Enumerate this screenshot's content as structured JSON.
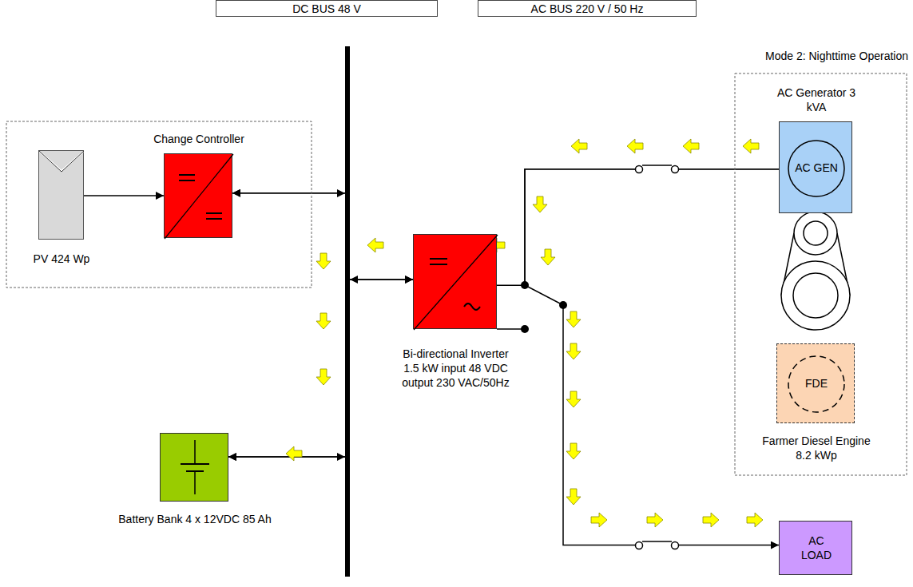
{
  "diagram": {
    "nodes": [
      {
        "text": [
          "DC BUS 48 V"
        ]
      },
      {
        "text": [
          "AC BUS 220 V / 50 Hz"
        ]
      },
      {
        "text": [
          "PV 424 Wp"
        ]
      },
      {
        "text": [
          "Change Controller"
        ]
      },
      {
        "text": [
          "Battery Bank 4 x 12VDC 85 Ah"
        ]
      },
      {
        "text": [
          "Bi-directional Inverter 1.5 kW input 48 VDC output 230 VAC/50Hz"
        ]
      },
      {
        "text": [
          "AC Generator 3 kVA",
          "AC GEN"
        ]
      },
      {
        "text": [
          "FDE",
          "Farmer Diesel Engine 8.2 kWp"
        ]
      },
      {
        "text": [
          "AC LOAD"
        ]
      }
    ],
    "edges": [
      {
        "from": 2,
        "to": 3,
        "arrow": "to"
      },
      {
        "from": 3,
        "to": 4,
        "arrow": "both"
      },
      {
        "from": 3,
        "to": 5,
        "arrow": "both"
      },
      {
        "from": 4,
        "to": 5,
        "arrow": "both"
      },
      {
        "from": 6,
        "to": 5,
        "arrow": "none"
      },
      {
        "from": 6,
        "to": 8,
        "arrow": "to"
      }
    ],
    "labels": [
      "Mode 2: Nighttime Operation"
    ]
  }
}
